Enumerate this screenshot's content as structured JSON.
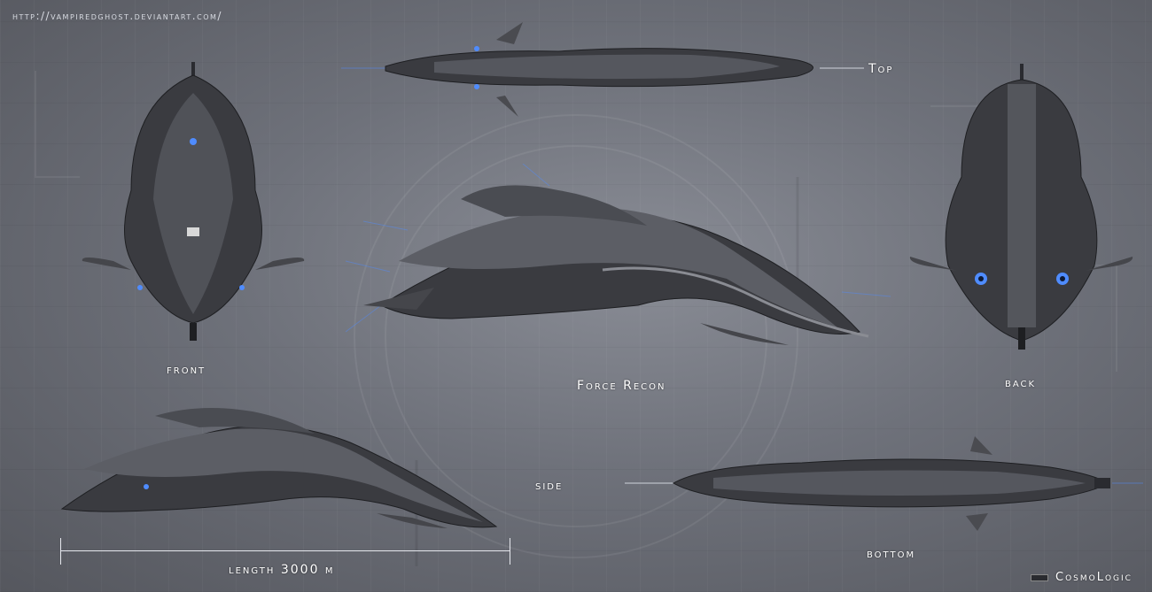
{
  "header": {
    "url": "http://vampiredghost.deviantart.com/"
  },
  "views": {
    "top": "Top",
    "front": "front",
    "main": "Force Recon",
    "back": "back",
    "side": "side",
    "bottom": "bottom"
  },
  "scale": {
    "label": "length 3000 m"
  },
  "brand": {
    "name": "CosmoLogic"
  },
  "colors": {
    "hull": "#3a3b40",
    "hull_light": "#9a9ca3",
    "engine_glow": "#4f8cff",
    "text": "#ffffff"
  }
}
